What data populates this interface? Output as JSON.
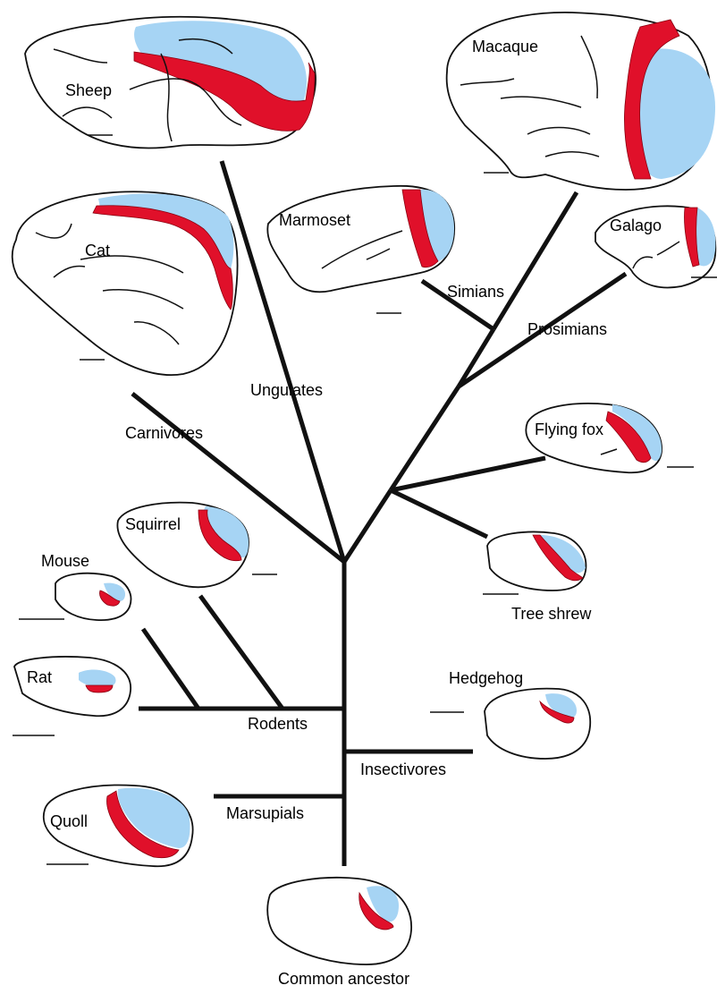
{
  "colors": {
    "v1": "#e0102a",
    "v1_outline": "#8a0010",
    "extrastriate": "#a6d4f4",
    "branch": "#111111",
    "background": "#ffffff"
  },
  "labels": {
    "sheep": "Sheep",
    "macaque": "Macaque",
    "cat": "Cat",
    "marmoset": "Marmoset",
    "galago": "Galago",
    "simians": "Simians",
    "prosimians": "Prosimians",
    "ungulates": "Ungulates",
    "carnivores": "Carnivores",
    "flying_fox": "Flying fox",
    "squirrel": "Squirrel",
    "mouse": "Mouse",
    "tree_shrew": "Tree shrew",
    "rat": "Rat",
    "hedgehog": "Hedgehog",
    "rodents": "Rodents",
    "insectivores": "Insectivores",
    "quoll": "Quoll",
    "marsupials": "Marsupials",
    "common_ancestor": "Common ancestor"
  }
}
